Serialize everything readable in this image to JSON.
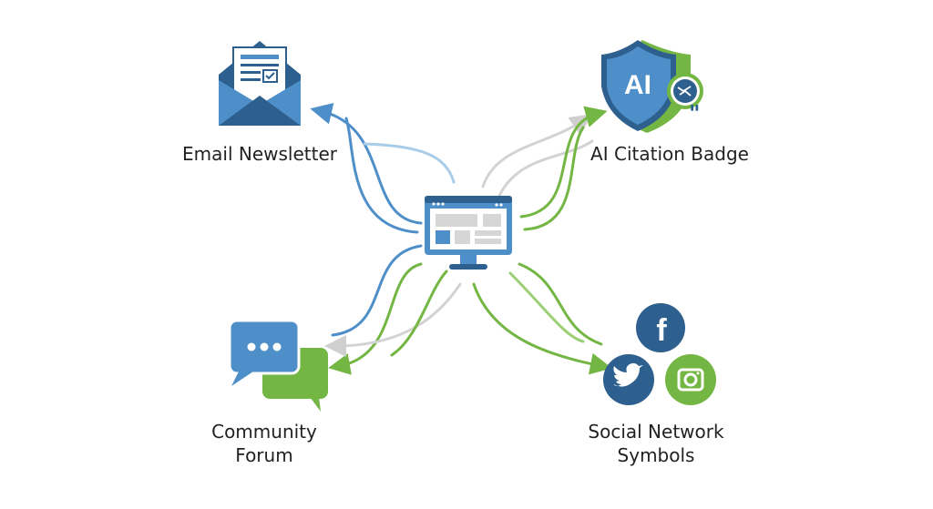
{
  "nodes": {
    "email": {
      "label": "Email Newsletter"
    },
    "ai": {
      "label": "AI Citation Badge",
      "badge_text": "AI"
    },
    "forum": {
      "label_line1": "Community",
      "label_line2": "Forum"
    },
    "social": {
      "label_line1": "Social Network",
      "label_line2": "Symbols"
    }
  },
  "colors": {
    "blue": "#4f8fc9",
    "dark_blue": "#2d5f8f",
    "green": "#74b643",
    "gray": "#cfcfcf"
  }
}
